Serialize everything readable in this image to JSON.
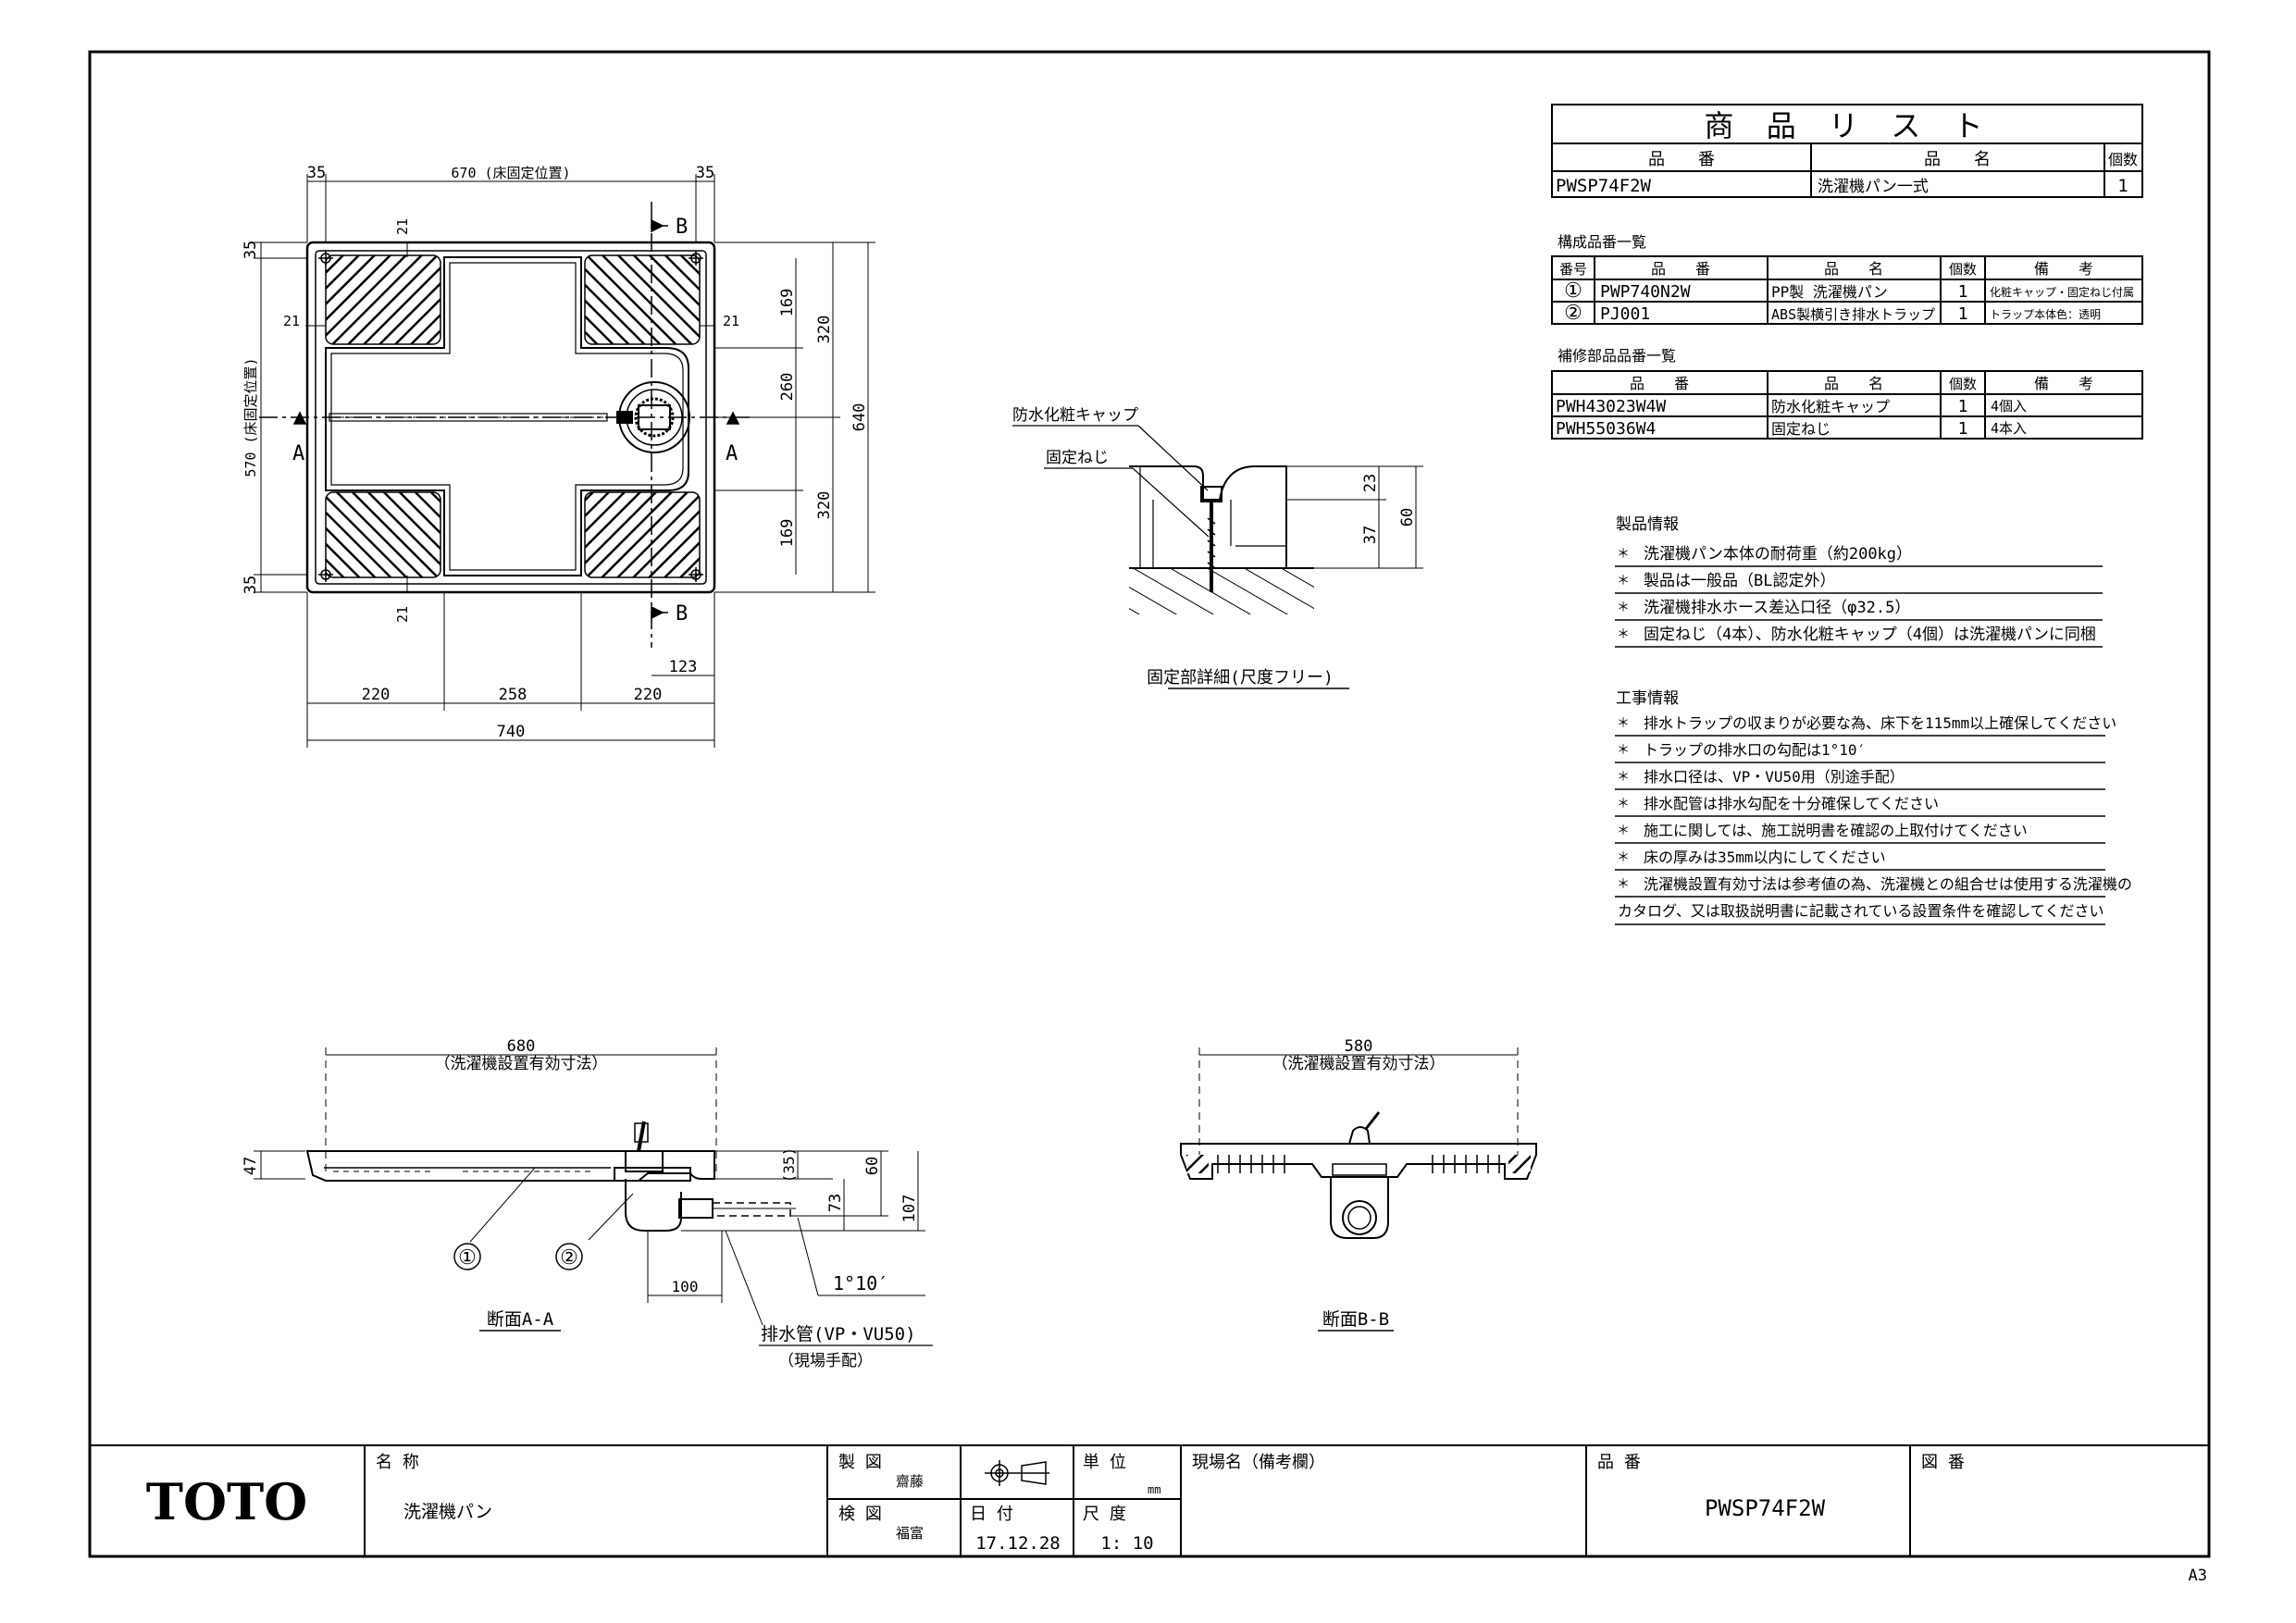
{
  "product_list": {
    "title": "商 品 リ ス ト",
    "headers": [
      "品　　番",
      "品　　名",
      "個数"
    ],
    "row": {
      "code": "PWSP74F2W",
      "name": "洗濯機パン一式",
      "qty": "1"
    }
  },
  "components": {
    "title": "構成品番一覧",
    "headers": [
      "番号",
      "品　　番",
      "品　　名",
      "個数",
      "備　　考"
    ],
    "rows": [
      {
        "no": "①",
        "code": "PWP740N2W",
        "name": "PP製 洗濯機パン",
        "qty": "1",
        "note": "化粧キャップ・固定ねじ付属"
      },
      {
        "no": "②",
        "code": "PJ001",
        "name": "ABS製横引き排水トラップ",
        "qty": "1",
        "note": "トラップ本体色：透明"
      }
    ]
  },
  "repair_parts": {
    "title": "補修部品品番一覧",
    "headers": [
      "品　　番",
      "品　　名",
      "個数",
      "備　　考"
    ],
    "rows": [
      {
        "code": "PWH43023W4W",
        "name": "防水化粧キャップ",
        "qty": "1",
        "note": "4個入"
      },
      {
        "code": "PWH55036W4",
        "name": "固定ねじ",
        "qty": "1",
        "note": "4本入"
      }
    ]
  },
  "product_info": {
    "title": "製品情報",
    "items": [
      "洗濯機パン本体の耐荷重（約200kg）",
      "製品は一般品（BL認定外）",
      "洗濯機排水ホース差込口径（φ32.5）",
      "固定ねじ（4本）、防水化粧キャップ（4個）は洗濯機パンに同梱"
    ]
  },
  "construction_info": {
    "title": "工事情報",
    "items": [
      "排水トラップの収まりが必要な為、床下を115mm以上確保してください",
      "トラップの排水口の勾配は1°10′",
      "排水口径は、VP・VU50用（別途手配）",
      "排水配管は排水勾配を十分確保してください",
      "施工に関しては、施工説明書を確認の上取付けてください",
      "床の厚みは35mm以内にしてください",
      "洗濯機設置有効寸法は参考値の為、洗濯機との組合せは使用する洗濯機の",
      "カタログ、又は取扱説明書に記載されている設置条件を確認してください"
    ]
  },
  "plan_view": {
    "dims": {
      "top_35_left": "35",
      "top_670": "670 (床固定位置)",
      "top_35_right": "35",
      "left_35_top": "35",
      "left_570": "570 (床固定位置)",
      "left_35_bottom": "35",
      "right_169_top": "169",
      "right_260": "260",
      "right_169_bottom": "169",
      "right_320_top": "320",
      "right_320_bottom": "320",
      "right_640": "640",
      "bottom_220_left": "220",
      "bottom_258": "258",
      "bottom_220_right": "220",
      "bottom_740": "740",
      "bottom_123": "123",
      "r21_top": "21",
      "r21_left": "21",
      "r21_right": "21",
      "r21_bottom": "21"
    },
    "section_a": "A",
    "section_b": "B"
  },
  "fixing_detail": {
    "caption": "固定部詳細(尺度フリー)",
    "label_cap": "防水化粧キャップ",
    "label_screw": "固定ねじ",
    "dim_23": "23",
    "dim_37": "37",
    "dim_60": "60"
  },
  "section_aa": {
    "caption": "断面A-A",
    "dim_680": "680",
    "effective": "（洗濯機設置有効寸法）",
    "dim_47": "47",
    "dim_35": "(35)",
    "dim_60": "60",
    "dim_73": "73",
    "dim_107": "107",
    "dim_100": "100",
    "slope": "1°10′",
    "pipe": "排水管(VP・VU50)",
    "pipe_note": "（現場手配）",
    "callout_1": "①",
    "callout_2": "②"
  },
  "section_bb": {
    "caption": "断面B-B",
    "dim_580": "580",
    "effective": "（洗濯機設置有効寸法）"
  },
  "title_block": {
    "logo": "TOTO",
    "name_label": "名 称",
    "name_value": "洗濯機パン",
    "drawn_label": "製 図",
    "drawn_value": "齋藤",
    "checked_label": "検 図",
    "checked_value": "福富",
    "unit_label": "単 位",
    "unit_value": "mm",
    "date_label": "日 付",
    "date_value": "17.12.28",
    "scale_label": "尺 度",
    "scale_value": "1: 10",
    "site_label": "現場名（備考欄）",
    "code_label": "品 番",
    "code_value": "PWSP74F2W",
    "drawing_no_label": "図 番"
  },
  "sheet_size": "A3"
}
